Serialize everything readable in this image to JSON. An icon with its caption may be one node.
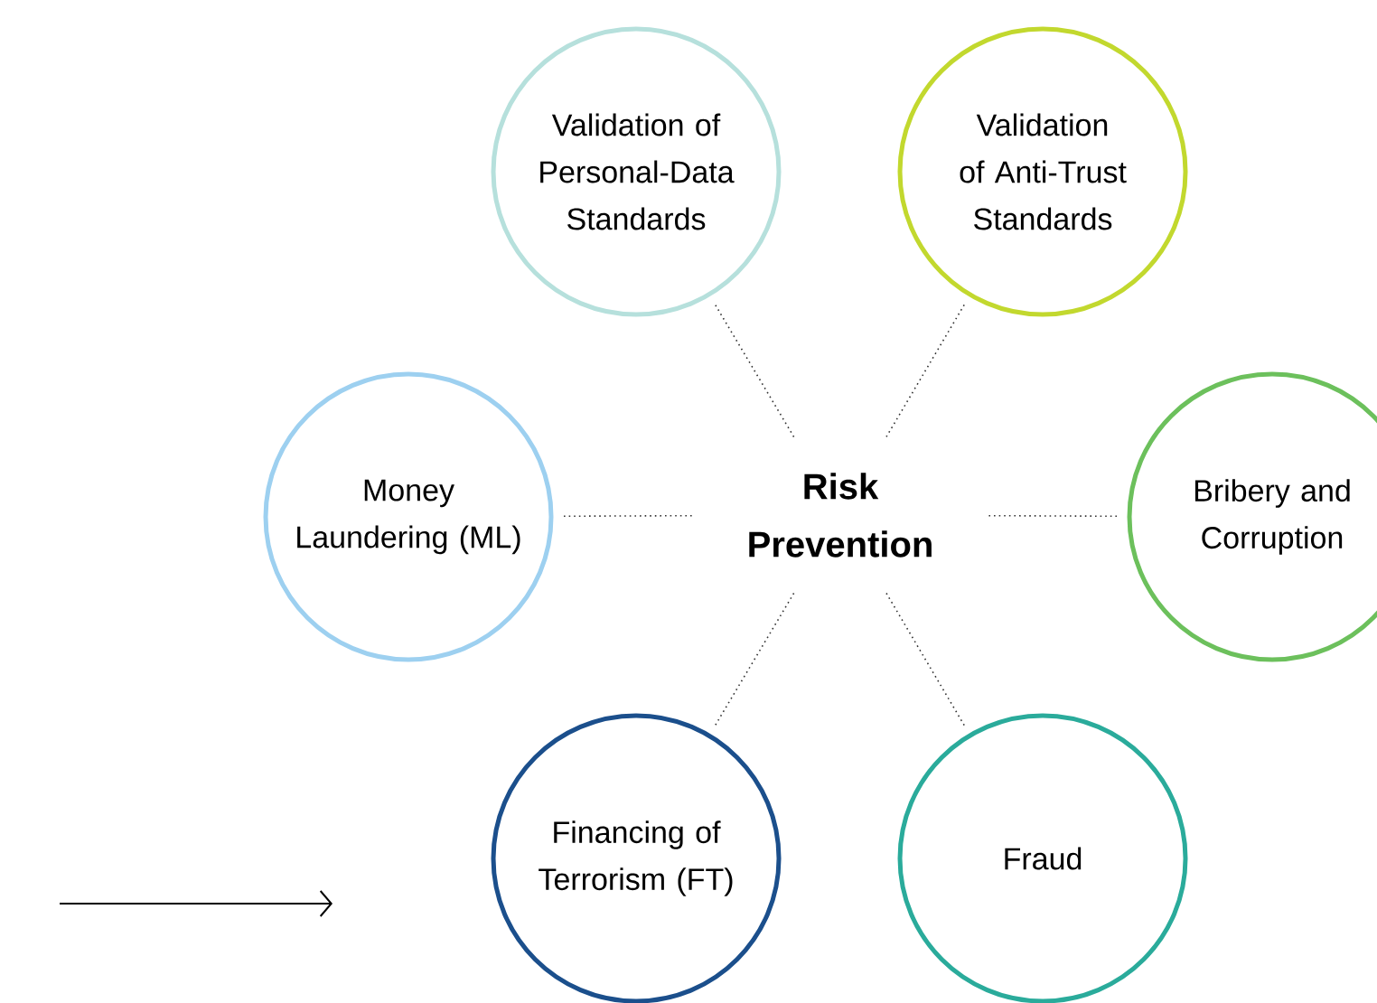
{
  "diagram": {
    "nodes": [
      {
        "text": [
          "Risk Prevention"
        ]
      },
      {
        "text": [
          "Validation of Personal-Data Standards"
        ]
      },
      {
        "text": [
          "Validation of Anti-Trust Standards"
        ]
      },
      {
        "text": [
          "Money Laundering (ML)"
        ]
      },
      {
        "text": [
          "Bribery and Corruption"
        ]
      },
      {
        "text": [
          "Financing of Terrorism (FT)"
        ]
      },
      {
        "text": [
          "Fraud"
        ]
      }
    ],
    "edges": [
      {
        "from": 0,
        "to": 1,
        "arrow": "none"
      },
      {
        "from": 0,
        "to": 2,
        "arrow": "none"
      },
      {
        "from": 0,
        "to": 3,
        "arrow": "none"
      },
      {
        "from": 0,
        "to": 4,
        "arrow": "none"
      },
      {
        "from": 0,
        "to": 5,
        "arrow": "none"
      },
      {
        "from": 0,
        "to": 6,
        "arrow": "none"
      }
    ]
  }
}
